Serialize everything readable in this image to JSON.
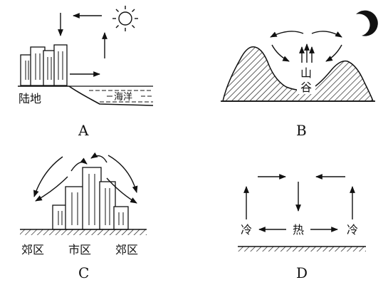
{
  "panels": {
    "a": {
      "label": "A",
      "land": "陆地",
      "sea": "海洋"
    },
    "b": {
      "label": "B",
      "valley": [
        "山",
        "谷"
      ]
    },
    "c": {
      "label": "C",
      "suburb_left": "郊区",
      "city": "市区",
      "suburb_right": "郊区"
    },
    "d": {
      "label": "D",
      "cold_left": "冷",
      "hot": "热",
      "cold_right": "冷"
    }
  }
}
